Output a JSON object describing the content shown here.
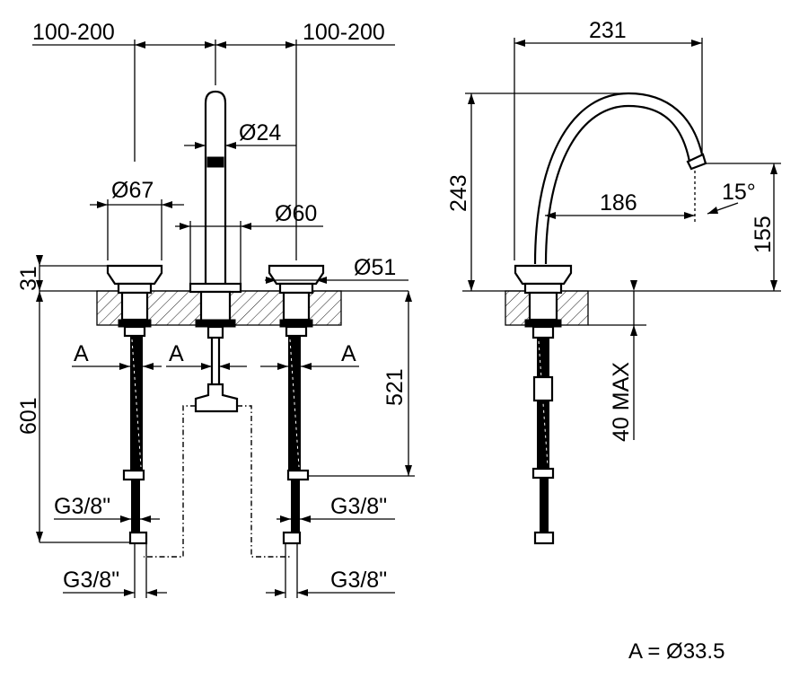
{
  "dimensions": {
    "spread_left": "100-200",
    "spread_right": "100-200",
    "spout_diameter": "Ø24",
    "handle_diameter": "Ø67",
    "base_diameter": "Ø60",
    "right_handle_diameter": "Ø51",
    "deck_height": "31",
    "total_depth": "601",
    "body_depth": "521",
    "hose_offset_label": "A",
    "connector_top_left": "G3/8\"",
    "connector_top_right": "G3/8\"",
    "connector_bottom_left": "G3/8\"",
    "connector_bottom_right": "G3/8\"",
    "spout_reach": "231",
    "spout_height": "243",
    "outlet_reach": "186",
    "outlet_height": "155",
    "outlet_angle": "15°",
    "max_deck_thickness": "40 MAX"
  },
  "note": "A = Ø33.5"
}
